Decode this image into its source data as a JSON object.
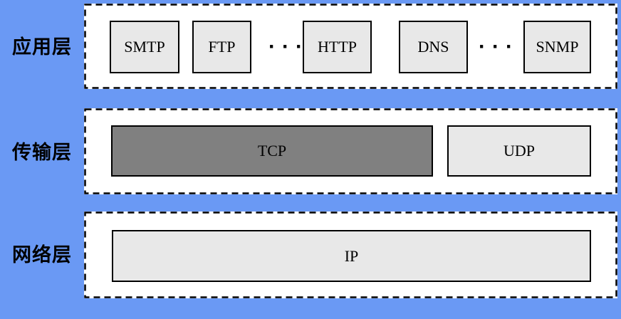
{
  "colors": {
    "background": "#6A99F4",
    "layer_background": "#FFFFFF",
    "box_fill_light": "#E8E8E8",
    "box_fill_dark": "#808080",
    "border": "#000000",
    "text": "#000000"
  },
  "layers": [
    {
      "label": "应用层",
      "items": [
        {
          "type": "box",
          "label": "SMTP",
          "fill": "light"
        },
        {
          "type": "box",
          "label": "FTP",
          "fill": "light"
        },
        {
          "type": "ellipsis",
          "label": "···"
        },
        {
          "type": "box",
          "label": "HTTP",
          "fill": "light"
        },
        {
          "type": "box",
          "label": "DNS",
          "fill": "light"
        },
        {
          "type": "ellipsis",
          "label": "···"
        },
        {
          "type": "box",
          "label": "SNMP",
          "fill": "light"
        }
      ]
    },
    {
      "label": "传输层",
      "items": [
        {
          "type": "box",
          "label": "TCP",
          "fill": "dark"
        },
        {
          "type": "box",
          "label": "UDP",
          "fill": "light"
        }
      ]
    },
    {
      "label": "网络层",
      "items": [
        {
          "type": "box",
          "label": "IP",
          "fill": "light"
        }
      ]
    }
  ]
}
